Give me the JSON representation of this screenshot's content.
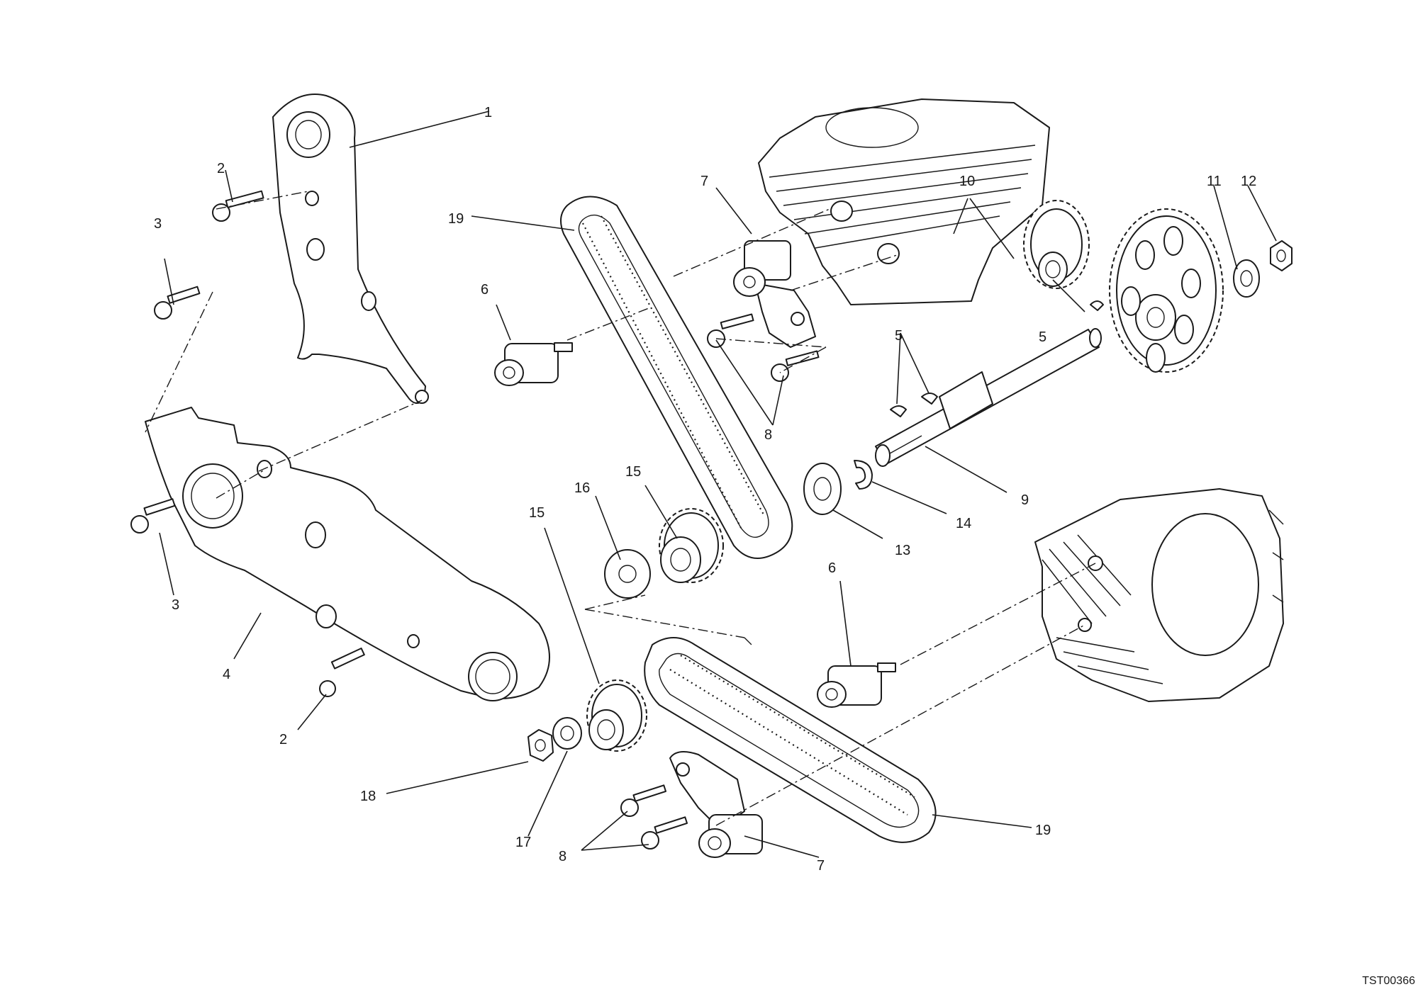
{
  "diagram": {
    "reference_code": "TST00366",
    "callouts": [
      {
        "label": "1"
      },
      {
        "label": "2"
      },
      {
        "label": "3"
      },
      {
        "label": "3"
      },
      {
        "label": "4"
      },
      {
        "label": "2"
      },
      {
        "label": "19"
      },
      {
        "label": "6"
      },
      {
        "label": "7"
      },
      {
        "label": "8"
      },
      {
        "label": "5"
      },
      {
        "label": "5"
      },
      {
        "label": "10"
      },
      {
        "label": "11"
      },
      {
        "label": "12"
      },
      {
        "label": "9"
      },
      {
        "label": "14"
      },
      {
        "label": "13"
      },
      {
        "label": "15"
      },
      {
        "label": "16"
      },
      {
        "label": "15"
      },
      {
        "label": "6"
      },
      {
        "label": "18"
      },
      {
        "label": "17"
      },
      {
        "label": "8"
      },
      {
        "label": "7"
      },
      {
        "label": "19"
      }
    ]
  }
}
